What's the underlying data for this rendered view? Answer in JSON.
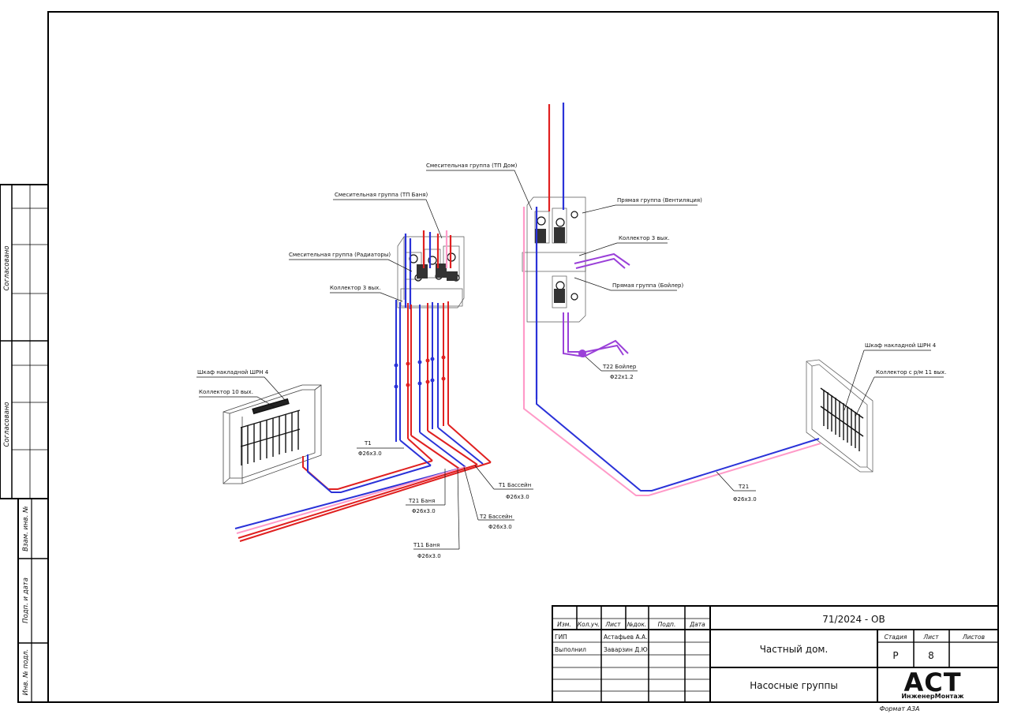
{
  "side_stamps": {
    "agreed_1": "Согласовано",
    "agreed_2": "Согласовано",
    "inv_vzam": "Взам. инв. №",
    "sign_date": "Подп. и дата",
    "inv_podl": "Инв. № подл."
  },
  "labels": {
    "mix_tp_dom": "Смесительная группа (ТП Дом)",
    "mix_tp_banya": "Смесительная группа (ТП Баня)",
    "mix_radiators": "Смесительная группа (Радиаторы)",
    "collector_left": "Коллектор 3 вых.",
    "direct_vent": "Прямая группа (Вентиляция)",
    "collector_right": "Коллектор 3 вых.",
    "direct_boiler": "Прямая группа (Бойлер)",
    "cabinet_left": "Шкаф накладной ШРН 4",
    "collector_10": "Коллектор 10 вых.",
    "cabinet_right": "Шкаф накладной ШРН 4",
    "collector_11": "Коллектор с р/м 11 вых."
  },
  "pipes": {
    "t1": {
      "name": "Т1",
      "size": "Φ26х3.0"
    },
    "t21_banya": {
      "name": "Т21  Баня",
      "size": "Φ26х3.0"
    },
    "t11_banya": {
      "name": "Т11  Баня",
      "size": "Φ26х3.0"
    },
    "t1_pool": {
      "name": "Т1  Бассейн",
      "size": "Φ26х3.0"
    },
    "t2_pool": {
      "name": "Т2  Бассейн",
      "size": "Φ26х3.0"
    },
    "t22_boiler": {
      "name": "Т22  Бойлер",
      "size": "Φ22х1.2"
    },
    "t21": {
      "name": "Т21",
      "size": "Φ26х3.0"
    }
  },
  "title_block": {
    "doc_code": "71/2024 - ОВ",
    "col_izm": "Изм.",
    "col_koluch": "Кол.уч.",
    "col_list": "Лист",
    "col_ndok": "№док.",
    "col_podp": "Подп.",
    "col_data": "Дата",
    "role_gip": "ГИП",
    "name_gip": "Астафьев А.А.",
    "role_done": "Выполнил",
    "name_done": "Заварзин Д.Ю.",
    "object": "Частный дом.",
    "drawing": "Насосные группы",
    "stage_label": "Стадия",
    "sheet_label": "Лист",
    "sheets_label": "Листов",
    "stage": "Р",
    "sheet": "8",
    "sheets": "",
    "logo_main": "АСТ",
    "logo_sub": "ИнженерМонтаж",
    "format": "Формат А3А"
  },
  "colors": {
    "supply": "#e02020",
    "return": "#2a32d8",
    "supply_light": "#ff9ac8",
    "boiler": "#9a40d8",
    "frame": "#000000"
  }
}
